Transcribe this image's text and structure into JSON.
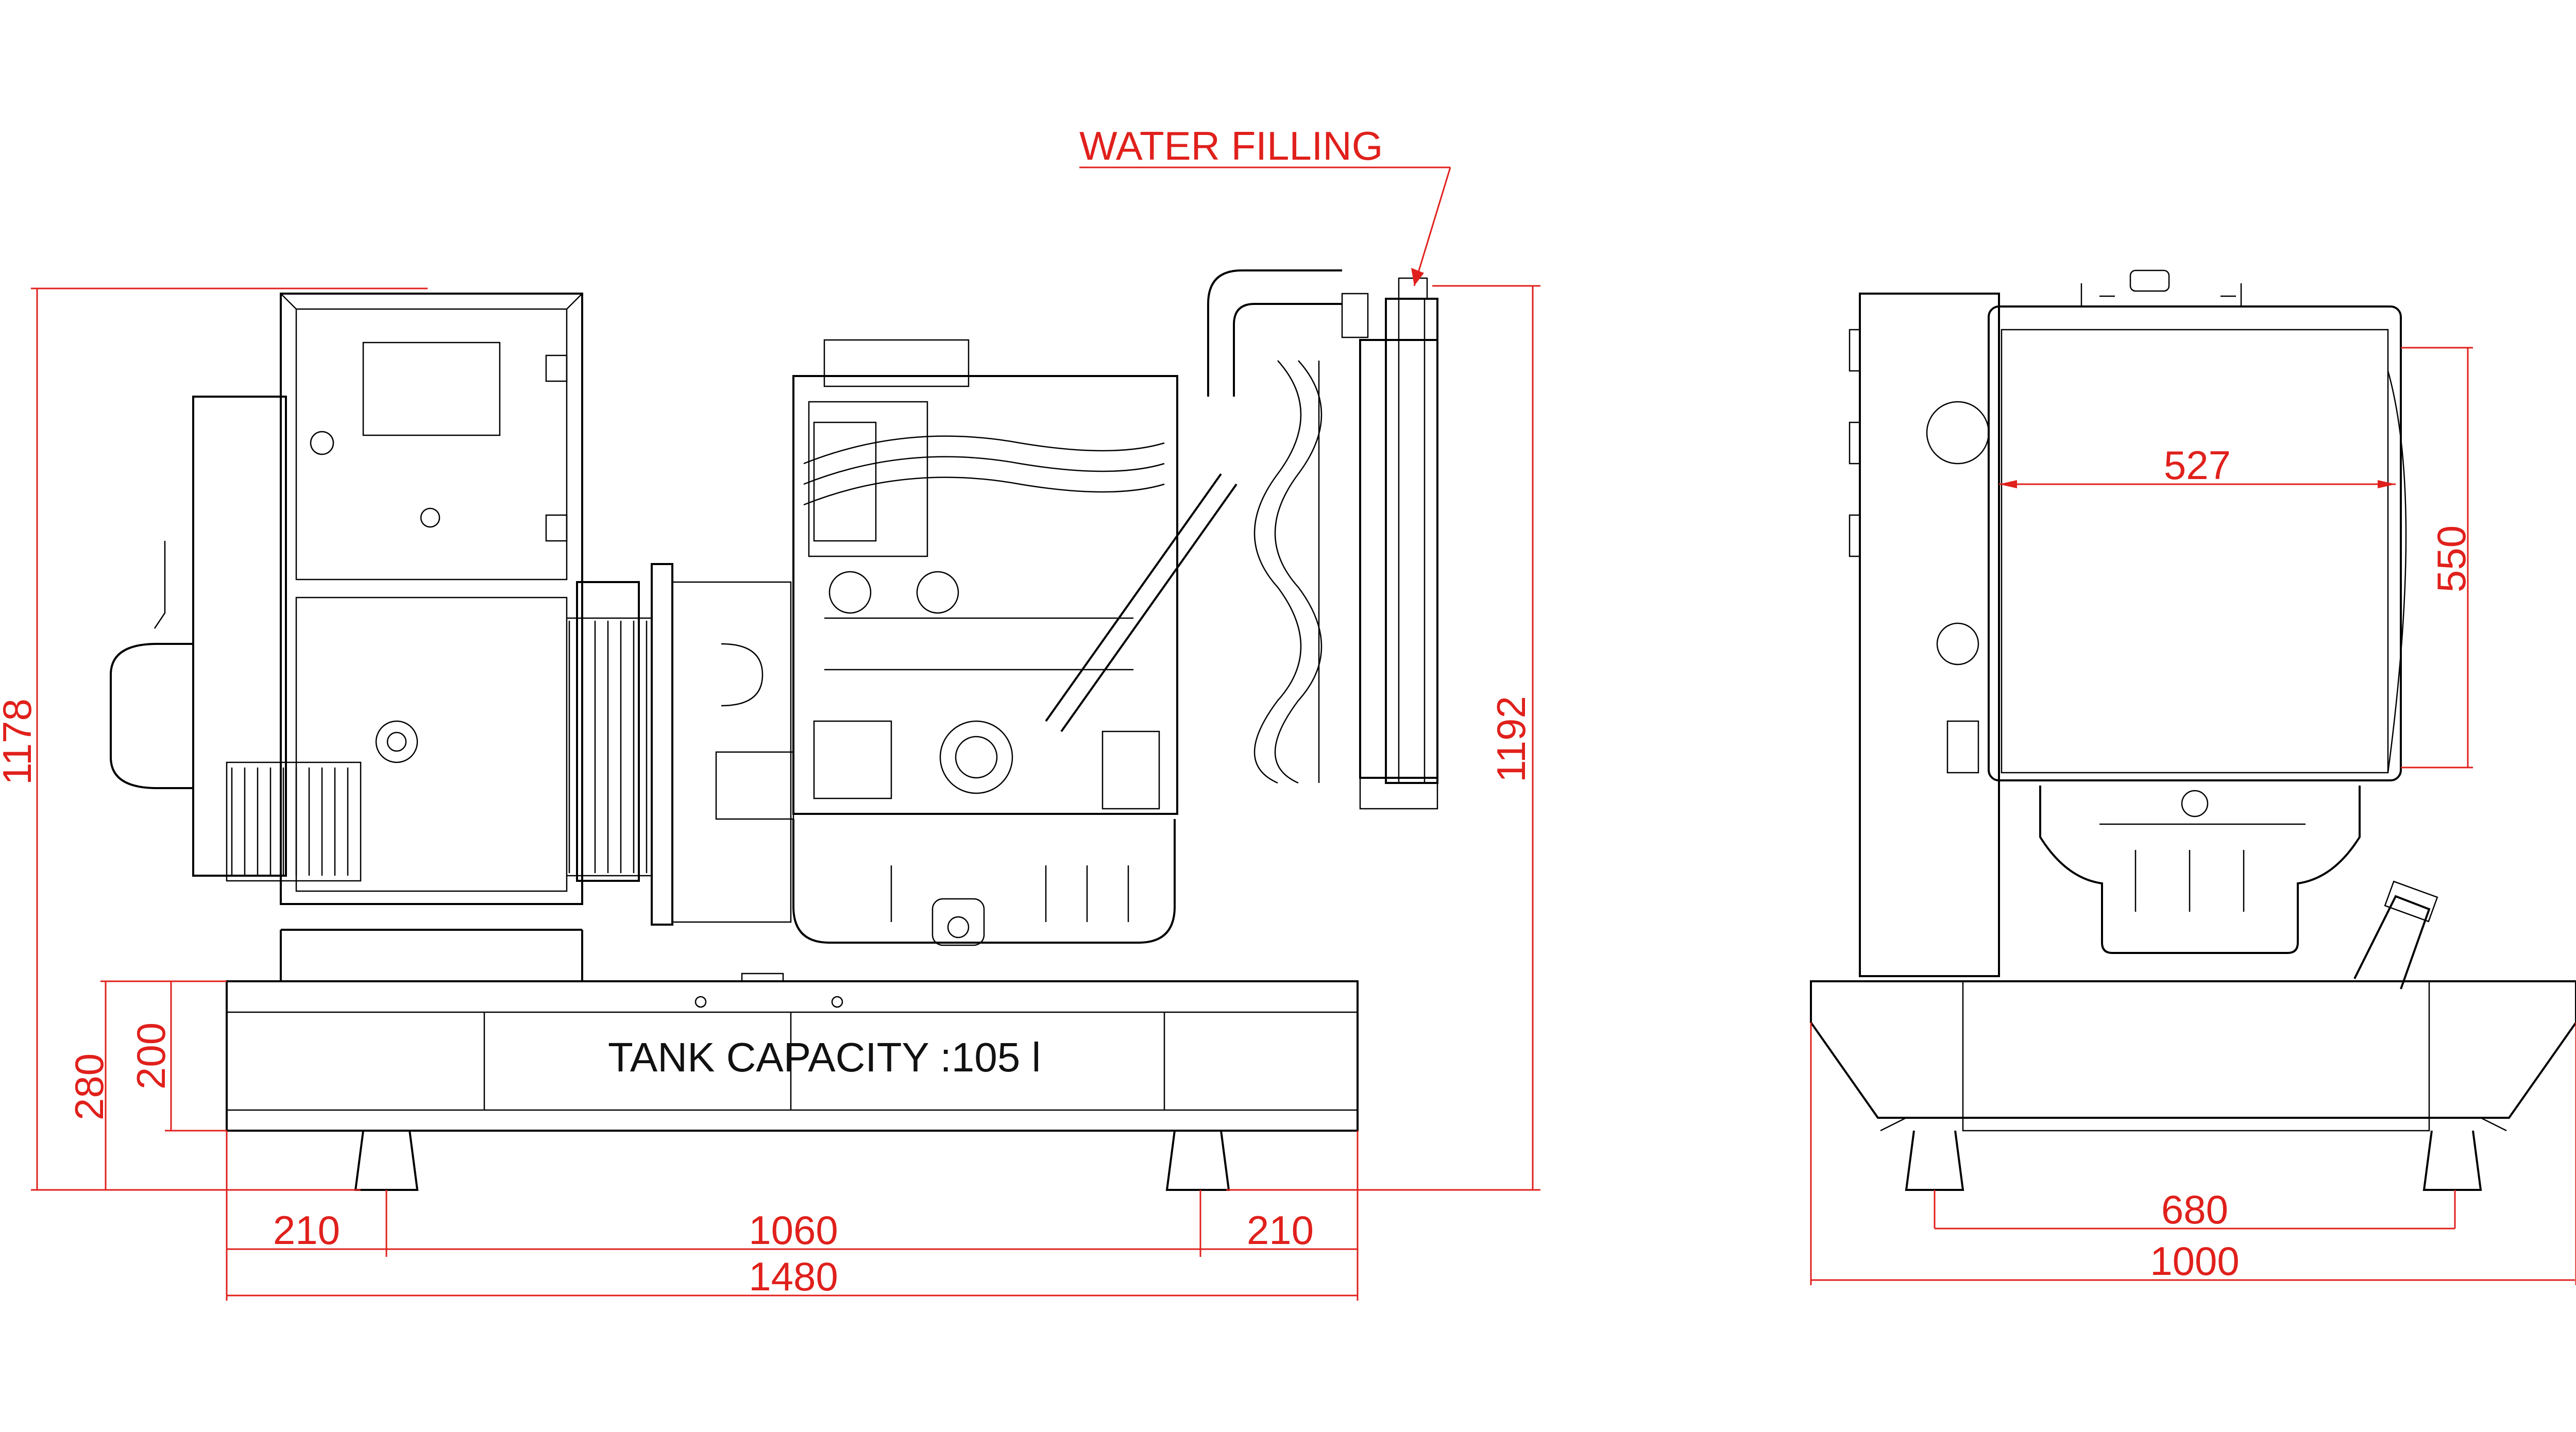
{
  "colors": {
    "dimension": "#e0201c",
    "outline": "#000000",
    "background": "#ffffff"
  },
  "labels": {
    "water_filling": "WATER FILLING",
    "tank_capacity": "TANK CAPACITY :105 l"
  },
  "side_view": {
    "dims": {
      "total_height": "1178",
      "radiator_height": "1192",
      "base_height": "280",
      "tank_height": "200",
      "left_offset": "210",
      "mount_spacing": "1060",
      "right_offset": "210",
      "total_length": "1480"
    }
  },
  "end_view": {
    "dims": {
      "radiator_width": "527",
      "radiator_height": "550",
      "mount_spacing": "680",
      "total_width": "1000"
    }
  }
}
